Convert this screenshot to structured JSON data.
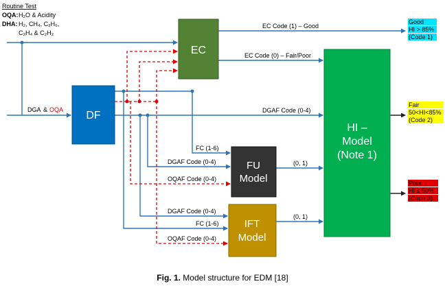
{
  "routine_test": {
    "title": "Routine Test",
    "oqa_key": "OQA:",
    "oqa_value": "H₂O & Acidity",
    "dha_key": "DHA:",
    "dha_line1": "H₂, CH₄, C₂H₆,",
    "dha_line2": "C₂H₄ & C₂H₂"
  },
  "boxes": {
    "ec": "EC",
    "df": "DF",
    "fu_line1": "FU",
    "fu_line2": "Model",
    "ift_line1": "IFT",
    "ift_line2": "Model",
    "hi_line1": "HI –",
    "hi_line2": "Model",
    "hi_line3": "(Note 1)"
  },
  "inputs": {
    "dga": "DGA",
    "amp": "&",
    "oqa": "OQA"
  },
  "labels": {
    "ec_code_1": "EC Code (1) – Good",
    "ec_code_0": "EC Code (0) – Fair/Poor",
    "dgaf_main": "DGAF Code (0-4)",
    "fc_fu": "FC (1-6)",
    "dgaf_fu": "DGAF Code (0-4)",
    "oqaf_fu": "OQAF Code (0-4)",
    "fu_out": "(0, 1)",
    "dgaf_ift": "DGAF Code (0-4)",
    "fc_ift": "FC (1-6)",
    "oqaf_ift": "OQAF Code (0-4)",
    "ift_out": "(0, 1)"
  },
  "outputs": {
    "good": [
      "Good",
      "HI > 85%",
      "(Code 1)"
    ],
    "fair": [
      "Fair",
      "50<HI<85%",
      "(Code 2)"
    ],
    "poor": [
      "Poor",
      "HI ≤ 50%",
      "(Code 3)"
    ]
  },
  "caption": {
    "fig": "Fig. 1.",
    "text": " Model structure for EDM [18]"
  },
  "colors": {
    "ec_fill": "#548235",
    "df_fill": "#0070c0",
    "fu_fill": "#333333",
    "ift_fill": "#bf9000",
    "hi_fill": "#00b050",
    "line": "#2e75b6",
    "dashed": "#e00000",
    "good_bg": "#00e5ff",
    "fair_bg": "#ffff00",
    "poor_bg": "#e00000"
  }
}
